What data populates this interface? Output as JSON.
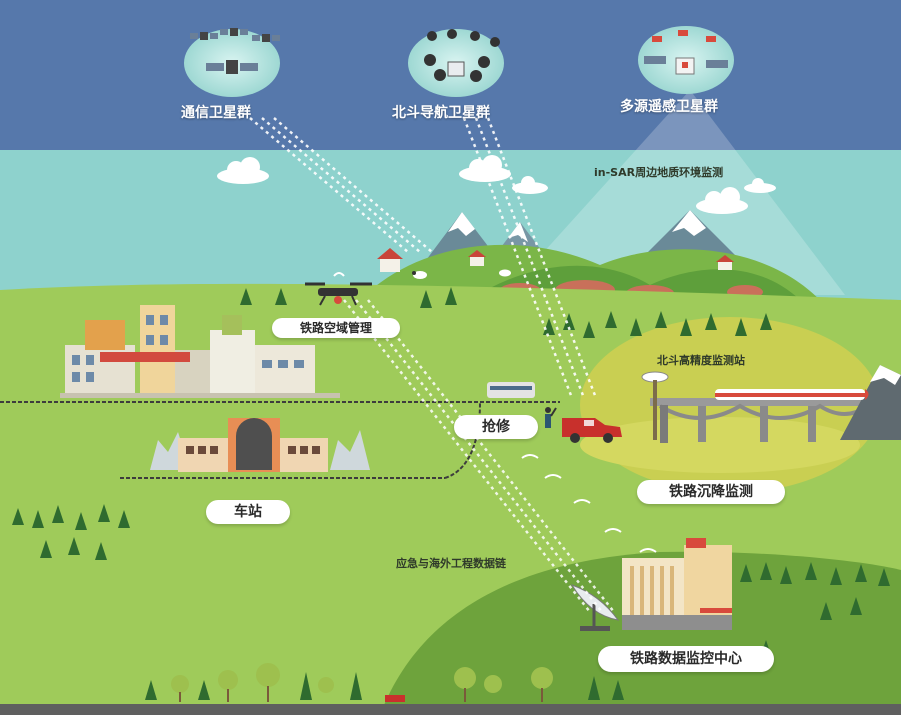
{
  "satellites": {
    "comm": "通信卫星群",
    "beidou": "北斗导航卫星群",
    "remote": "多源遥感卫星群"
  },
  "labels": {
    "insar": "in-SAR周边地质环境监测",
    "airspace": "铁路空域管理",
    "beidou_station": "北斗高精度监测站",
    "repair": "抢修",
    "station": "车站",
    "settlement": "铁路沉降监测",
    "datalink": "应急与海外工程数据链",
    "datacenter": "铁路数据监控中心"
  },
  "colors": {
    "sky": "#5678ab",
    "teal": "#8ed2cd",
    "grass": "#9fcb5a",
    "dark_grass": "#6ea33c",
    "yellow_zone": "#c9cf52",
    "train_red": "#d84a3c"
  }
}
